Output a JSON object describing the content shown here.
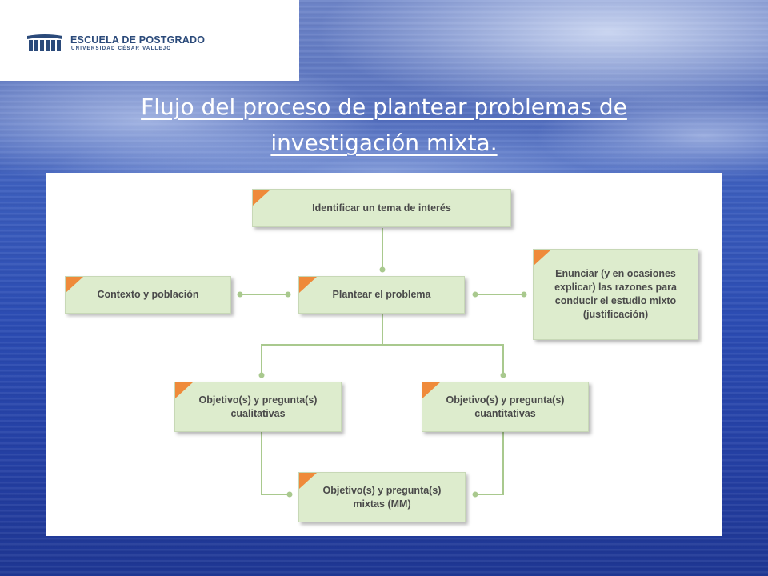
{
  "header": {
    "logo_title": "ESCUELA DE POSTGRADO",
    "logo_subtitle": "UNIVERSIDAD CÉSAR VALLEJO"
  },
  "slide": {
    "title_line1": "Flujo del proceso de plantear problemas de",
    "title_line2": "investigación mixta."
  },
  "diagram": {
    "nodes": {
      "tema": "Identificar un tema de interés",
      "contexto": "Contexto y población",
      "problema": "Plantear el problema",
      "justificacion": "Enunciar (y en ocasiones explicar) las razones para conducir el estudio mixto (justificación)",
      "cualitativas": "Objetivo(s) y pregunta(s) cualitativas",
      "cuantitativas": "Objetivo(s) y pregunta(s) cuantitativas",
      "mixtas": "Objetivo(s) y pregunta(s) mixtas (MM)"
    }
  },
  "colors": {
    "node_fill": "#ddeccd",
    "accent_triangle": "#ef8a3a",
    "connector": "#a9c98e"
  }
}
